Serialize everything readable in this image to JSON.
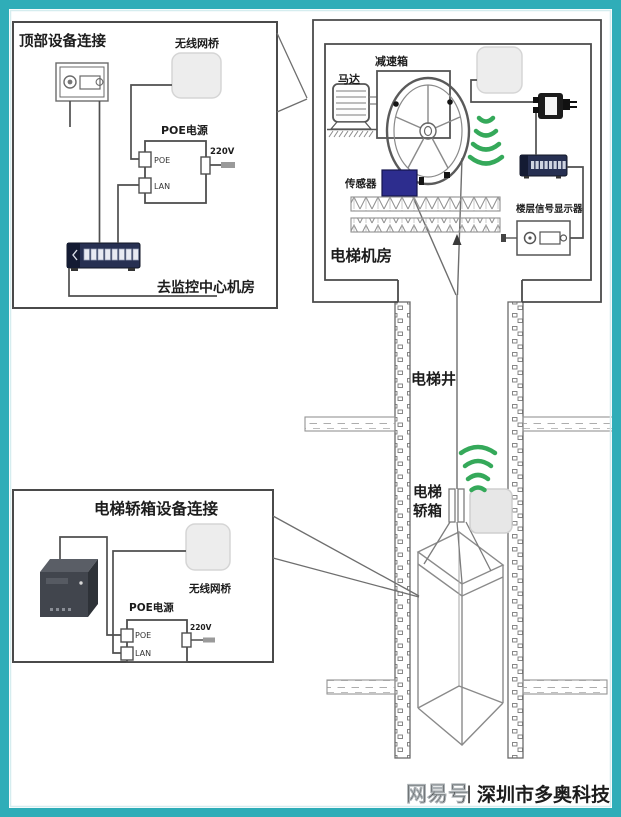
{
  "frame": {
    "border_color": "#2fadb8",
    "inner_line": "#d5edef",
    "background": "#ffffff"
  },
  "top_box": {
    "title": "顶部设备连接",
    "bridge_label": "无线网桥",
    "poe_label": "POE电源",
    "poe_port": "POE",
    "lan_port": "LAN",
    "voltage": "220V",
    "to_monitor": "去监控中心机房"
  },
  "machine_room": {
    "room_label": "电梯机房",
    "motor_label": "马达",
    "gearbox_label": "减速箱",
    "sensor_label": "传感器",
    "display_label": "楼层信号显示器"
  },
  "shaft": {
    "shaft_label": "电梯井",
    "car_label_line1": "电梯",
    "car_label_line2": "轿箱"
  },
  "car_box": {
    "title": "电梯轿箱设备连接",
    "bridge_label": "无线网桥",
    "poe_label": "POE电源",
    "poe_port": "POE",
    "lan_port": "LAN",
    "voltage": "220V"
  },
  "watermark": {
    "platform": "网易号",
    "separator": "|",
    "company": "深圳市多奥科技"
  },
  "colors": {
    "accent_teal": "#2fadb8",
    "wifi_green": "#35a95a",
    "switch_navy": "#273052",
    "sensor_blue": "#2d2d8e",
    "line_gray": "#4a4a4a"
  },
  "icons": {
    "wireless_bridge": "rounded-square-ap",
    "wifi_signal": "arc-waves",
    "network_switch": "8-port-switch",
    "poe_injector": "black-adapter",
    "motor": "finned-motor",
    "traction_sheave": "spoked-wheel",
    "sensor": "blue-box",
    "floor_display": "panel-with-lens",
    "elevator_car": "wireframe-box"
  }
}
